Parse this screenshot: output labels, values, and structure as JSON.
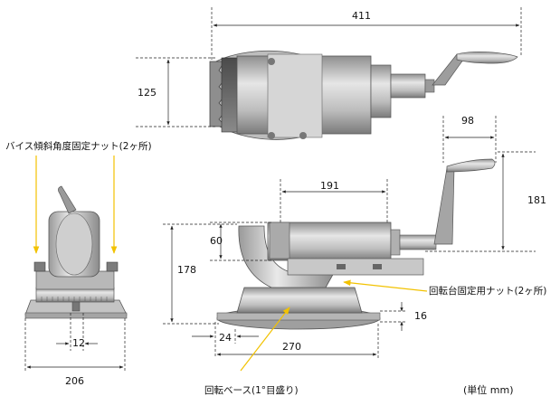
{
  "dimensions": {
    "top_length": "411",
    "top_height": "125",
    "side_crank_width": "98",
    "side_jaw_length": "191",
    "side_crank_height": "181",
    "side_jaw_height": "60",
    "side_total_height": "178",
    "side_base_thickness": "16",
    "side_base_offset": "24",
    "side_base_length": "270",
    "front_slot": "12",
    "front_base_width": "206"
  },
  "callouts": {
    "tilt_nut": "バイス傾斜角度固定ナット(2ヶ所)",
    "swivel_nut": "回転台固定用ナット(2ヶ所)",
    "swivel_base": "回転ベース(1°目盛り)"
  },
  "unit_note": "(単位 mm)",
  "colors": {
    "dimension_line": "#222222",
    "callout_line": "#f2c200",
    "metal_light": "#d9d9d9",
    "metal_mid": "#a9a9a9",
    "metal_dark": "#5c5c5c"
  }
}
